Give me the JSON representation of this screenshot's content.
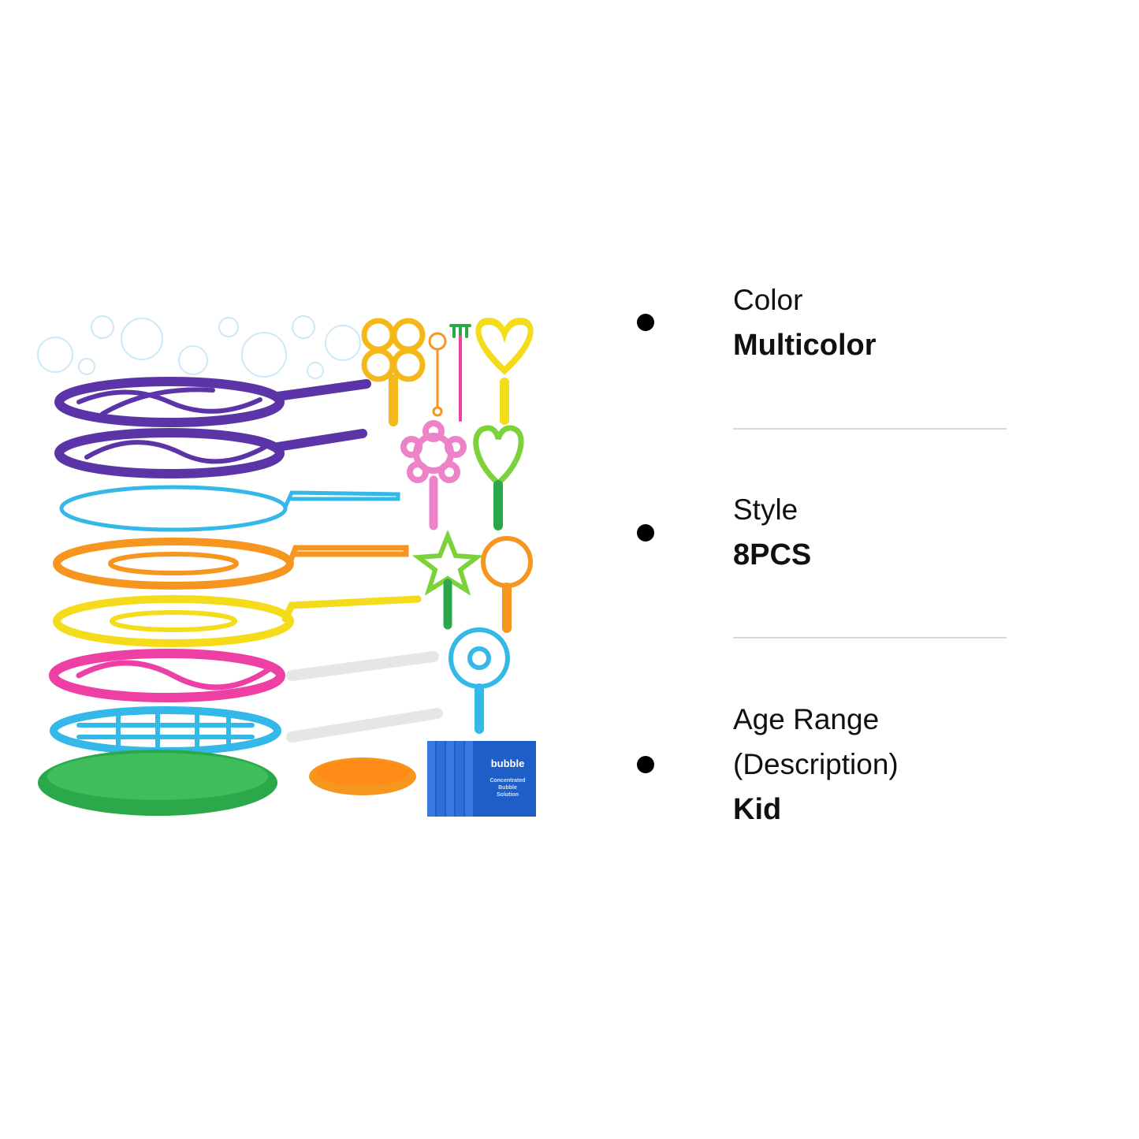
{
  "product_image": {
    "packet": {
      "brand": "bubble",
      "line1": "Concentrated",
      "line2": "Bubble",
      "line3": "Solution"
    }
  },
  "attributes": [
    {
      "name": "Color",
      "value": "Multicolor"
    },
    {
      "name": "Style",
      "value": "8PCS"
    },
    {
      "name": "Age Range (Description)",
      "value": "Kid"
    }
  ],
  "colors": {
    "purple": "#5b35a8",
    "cyan": "#33b8e8",
    "orange": "#f7961f",
    "yellow": "#f5dc1a",
    "pink": "#ee3fa4",
    "green": "#2ba94a",
    "lime": "#7bd23b",
    "packet_blue": "#1e5fc7",
    "divider": "#d5d9d9"
  }
}
